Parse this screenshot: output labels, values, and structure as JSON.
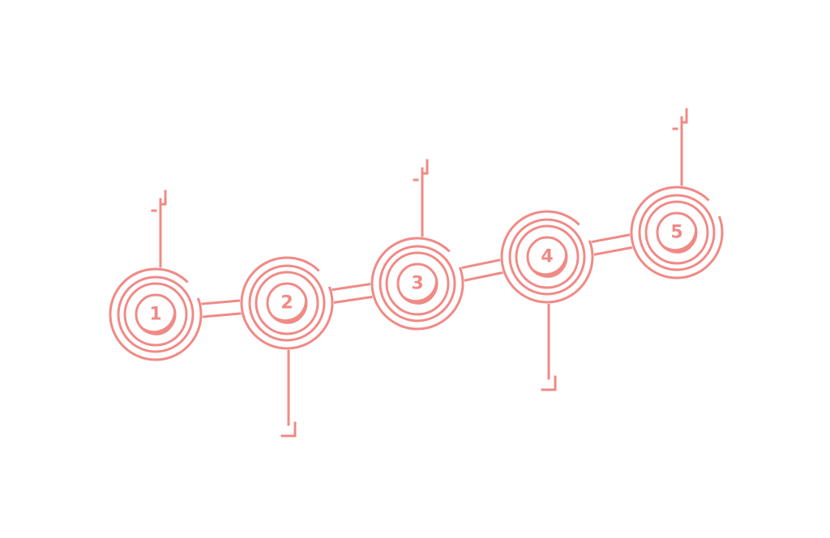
{
  "diagram": {
    "accent_color": "#f08a86",
    "background_color": "#ffffff",
    "steps": [
      {
        "label": "1",
        "leader": "up"
      },
      {
        "label": "2",
        "leader": "down"
      },
      {
        "label": "3",
        "leader": "up"
      },
      {
        "label": "4",
        "leader": "down"
      },
      {
        "label": "5",
        "leader": "up"
      }
    ]
  }
}
